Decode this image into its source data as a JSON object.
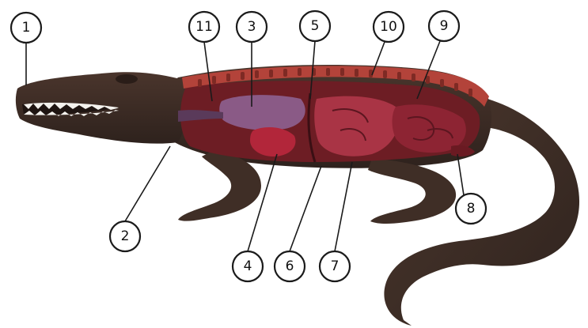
{
  "subject": "crocodile-internal-anatomy",
  "colors": {
    "skin_dark": "#3a2b24",
    "skin_mid": "#5a4136",
    "skin_light": "#7a5a4a",
    "body_cavity": "#7b2327",
    "spine": "#b3433a",
    "lung": "#8a5a86",
    "heart": "#b2263a",
    "liver": "#a93445",
    "intestine": "#7a1f2a",
    "teeth": "#f4f2ee",
    "callout_stroke": "#1a1a1a"
  },
  "callouts": [
    {
      "id": "1",
      "label": "1"
    },
    {
      "id": "2",
      "label": "2"
    },
    {
      "id": "3",
      "label": "3"
    },
    {
      "id": "4",
      "label": "4"
    },
    {
      "id": "5",
      "label": "5"
    },
    {
      "id": "6",
      "label": "6"
    },
    {
      "id": "7",
      "label": "7"
    },
    {
      "id": "8",
      "label": "8"
    },
    {
      "id": "9",
      "label": "9"
    },
    {
      "id": "10",
      "label": "10"
    },
    {
      "id": "11",
      "label": "11"
    }
  ]
}
